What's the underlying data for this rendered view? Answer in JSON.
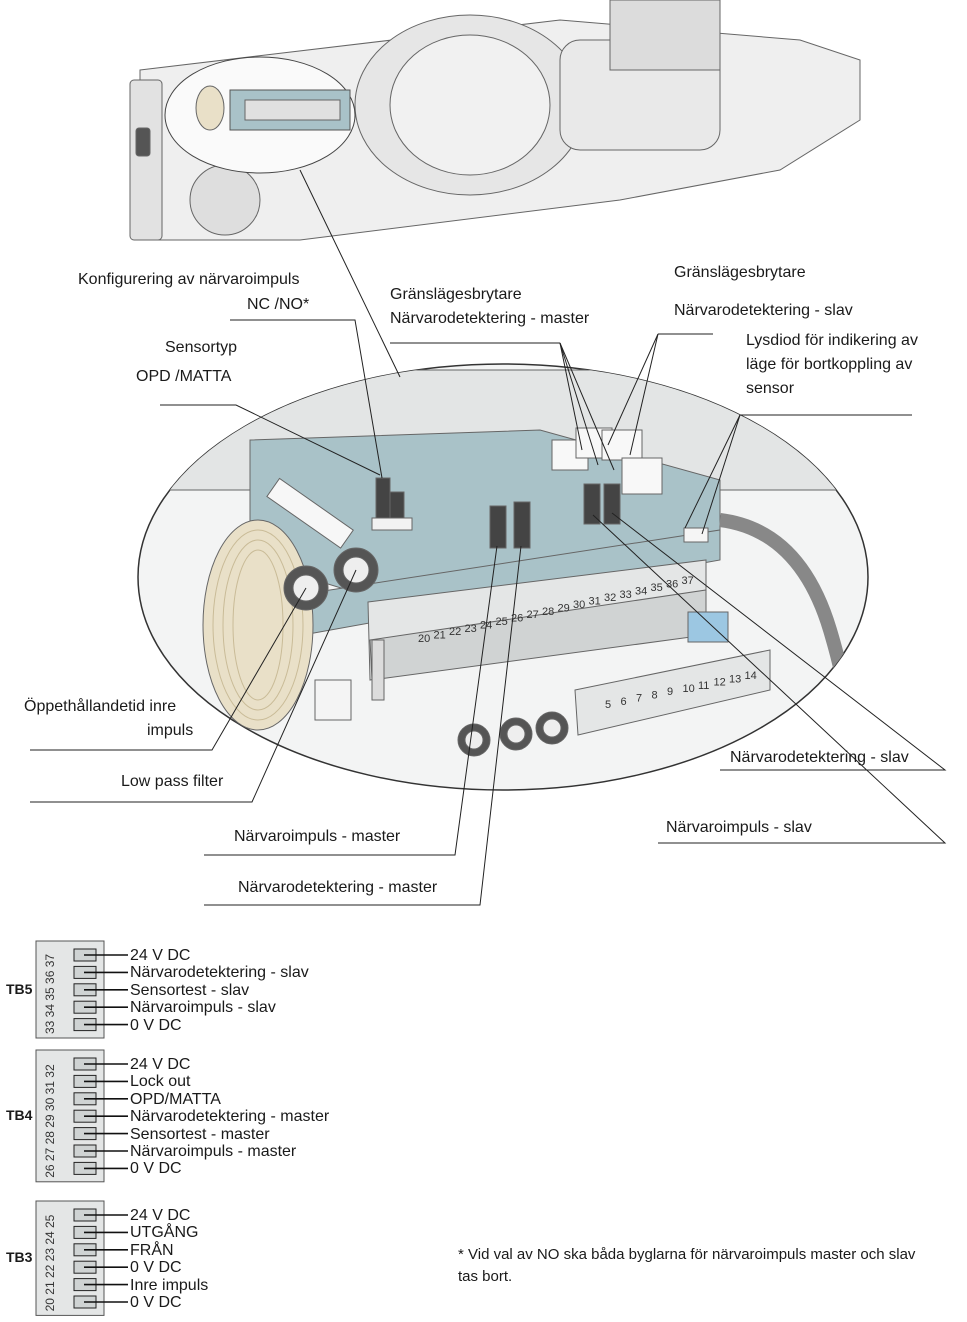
{
  "callouts": {
    "konfig_1": "Konfigurering av närvaroimpuls",
    "konfig_2": "NC /NO*",
    "sensortyp_1": "Sensortyp",
    "sensortyp_2": "OPD /MATTA",
    "granslage_master_1": "Gränslägesbrytare",
    "granslage_master_2": "Närvarodetektering - master",
    "granslage_slav_1": "Gränslägesbrytare",
    "granslage_slav_2": "Närvarodetektering - slav",
    "lysdiod_1": "Lysdiod för indikering av",
    "lysdiod_2": "läge för bortkoppling av",
    "lysdiod_3": "sensor",
    "oppet_1": "Öppethållandetid inre",
    "oppet_2": "impuls",
    "lowpass": "Low pass filter",
    "narvaro_det_slav": "Närvarodetektering - slav",
    "narvaro_imp_slav": "Närvaroimpuls - slav",
    "narvaro_imp_master": "Närvaroimpuls - master",
    "narvaro_det_master": "Närvarodetektering - master"
  },
  "board_numbers": [
    "20",
    "21",
    "22",
    "23",
    "24",
    "25",
    "26",
    "27",
    "28",
    "29",
    "30",
    "31",
    "32",
    "33",
    "34",
    "35",
    "36",
    "37"
  ],
  "board_numbers_right": [
    "5",
    "6",
    "7",
    "8",
    "9",
    "10",
    "11",
    "12",
    "13",
    "14"
  ],
  "terminal_blocks": [
    {
      "name": "TB5",
      "pins": "33 34 35 36 37",
      "rows": [
        "24 V DC",
        "Närvarodetektering - slav",
        "Sensortest - slav",
        "Närvaroimpuls - slav",
        "0 V DC"
      ]
    },
    {
      "name": "TB4",
      "pins": "26 27 28 29 30 31 32",
      "rows": [
        "24 V DC",
        "Lock out",
        "OPD/MATTA",
        "Närvarodetektering - master",
        "Sensortest - master",
        "Närvaroimpuls - master",
        "0 V DC"
      ]
    },
    {
      "name": "TB3",
      "pins": "20 21 22 23 24 25",
      "rows": [
        "24 V DC",
        "UTGÅNG",
        "FRÅN",
        "0 V DC",
        "Inre impuls",
        "0 V DC"
      ]
    }
  ],
  "footnote": "* Vid val av NO ska båda byglarna för närvaroimpuls master och slav tas bort.",
  "colors": {
    "board": "#a9c2c8",
    "metal": "#d9dcdc",
    "connector": "#e4e6e6",
    "coil": "#e9e0c8",
    "line": "#222222"
  }
}
